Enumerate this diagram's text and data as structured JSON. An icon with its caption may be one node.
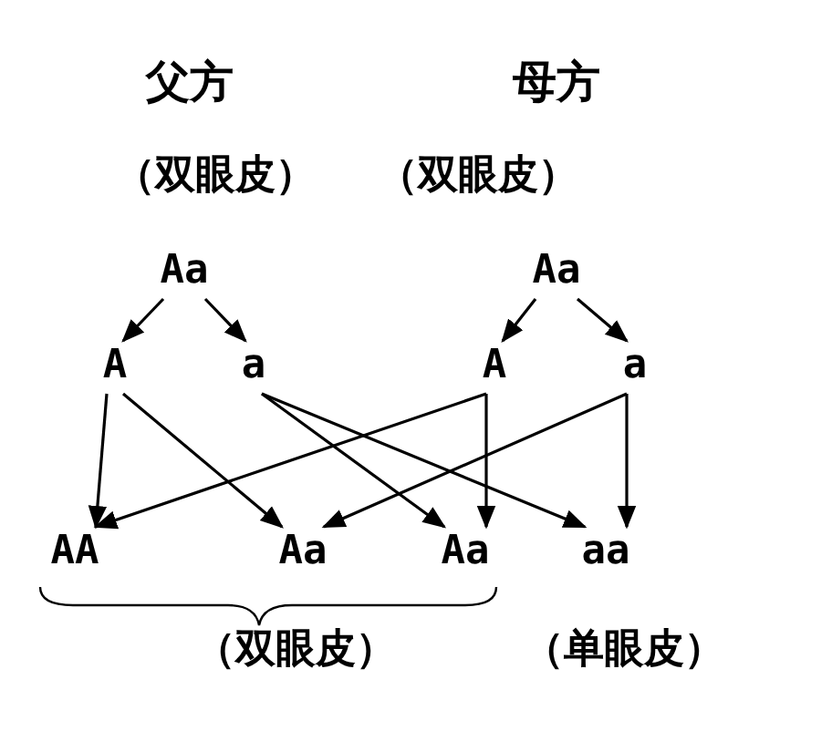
{
  "diagram": {
    "nodes": [
      {
        "text": [
          "Aa"
        ]
      },
      {
        "text": [
          "Aa"
        ]
      },
      {
        "text": [
          "A"
        ]
      },
      {
        "text": [
          "a"
        ]
      },
      {
        "text": [
          "A"
        ]
      },
      {
        "text": [
          "a"
        ]
      },
      {
        "text": [
          "AA"
        ]
      },
      {
        "text": [
          "Aa"
        ]
      },
      {
        "text": [
          "Aa"
        ]
      },
      {
        "text": [
          "aa"
        ]
      }
    ],
    "edges": [
      {
        "from": 0,
        "to": 2,
        "arrow": "to"
      },
      {
        "from": 0,
        "to": 3,
        "arrow": "to"
      },
      {
        "from": 1,
        "to": 4,
        "arrow": "to"
      },
      {
        "from": 1,
        "to": 5,
        "arrow": "to"
      },
      {
        "from": 2,
        "to": 6,
        "arrow": "to"
      },
      {
        "from": 2,
        "to": 7,
        "arrow": "to"
      },
      {
        "from": 3,
        "to": 8,
        "arrow": "to"
      },
      {
        "from": 3,
        "to": 9,
        "arrow": "to"
      },
      {
        "from": 4,
        "to": 6,
        "arrow": "to"
      },
      {
        "from": 4,
        "to": 8,
        "arrow": "to"
      },
      {
        "from": 5,
        "to": 7,
        "arrow": "to"
      },
      {
        "from": 5,
        "to": 9,
        "arrow": "to"
      }
    ],
    "labels": [
      "父方",
      "母方",
      "（双眼皮）",
      "（双眼皮）",
      "（双眼皮）",
      "（单眼皮）"
    ]
  }
}
